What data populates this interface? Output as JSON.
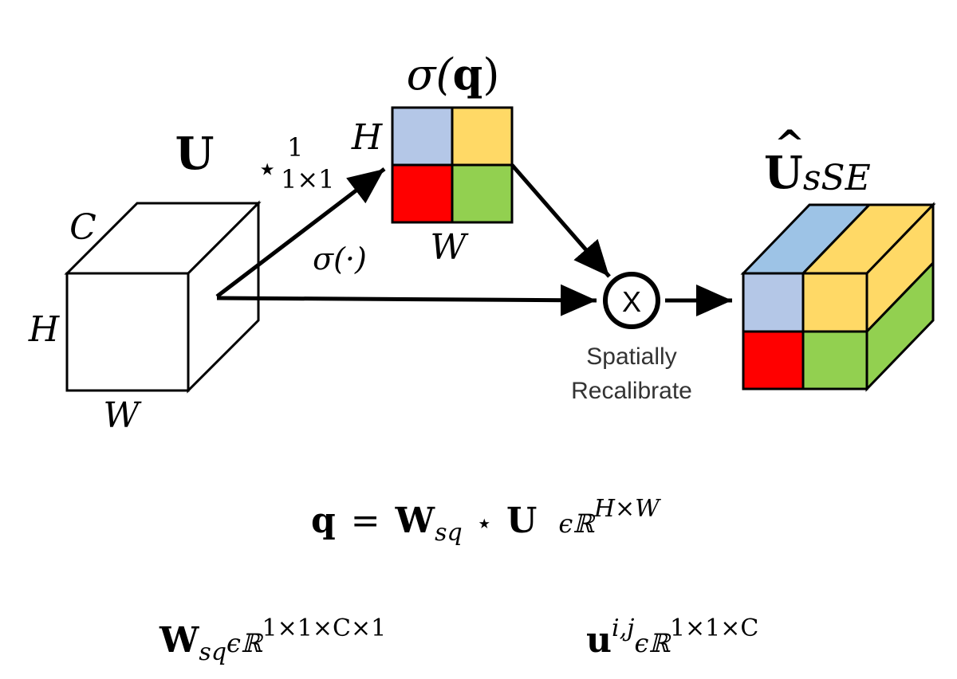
{
  "colors": {
    "blue": "#b4c7e7",
    "blue_top": "#9dc3e6",
    "yellow": "#ffd966",
    "red": "#ff0000",
    "green": "#92d050",
    "stroke": "#000000"
  },
  "input_tensor": {
    "label": "U",
    "dim_c": "C",
    "dim_h": "H",
    "dim_w": "W"
  },
  "squeeze_map": {
    "label_sigma": "σ(",
    "label_q": "q",
    "label_close": ")",
    "dim_h": "H",
    "dim_w": "W"
  },
  "conv_op": {
    "star": "⋆",
    "superscript": "1",
    "subscript": "1×1"
  },
  "sigmoid_op": {
    "label": "σ(·)"
  },
  "multiply_node": {
    "symbol": "X",
    "caption_line1": "Spatially",
    "caption_line2": "Recalibrate"
  },
  "output_tensor": {
    "hat": "^",
    "label": "U",
    "subscript": "sSE"
  },
  "equations": {
    "main": {
      "lhs": "q",
      "eq": "=",
      "w": "W",
      "w_sub": "sq",
      "star": "⋆",
      "u": "U",
      "in": "ϵℝ",
      "sup": "H×W"
    },
    "weight": {
      "w": "W",
      "w_sub": "sq",
      "in": "ϵℝ",
      "sup": "1×1×C×1"
    },
    "pixel": {
      "u": "u",
      "u_sup": "i,j",
      "in": "ϵℝ",
      "sup": "1×1×C"
    }
  }
}
